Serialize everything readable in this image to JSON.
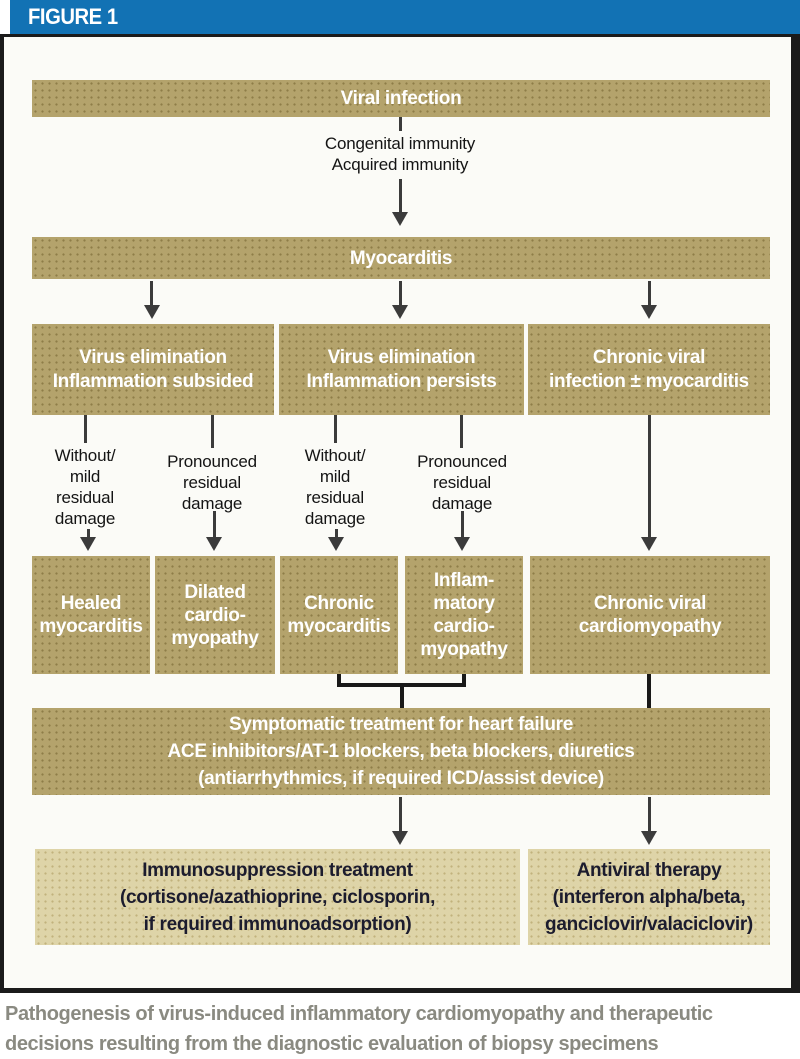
{
  "header": {
    "figure_label": "FIGURE 1"
  },
  "colors": {
    "header_blue": "#1272b4",
    "box_olive": "#b4a36c",
    "box_tan": "#ded4a8",
    "arrow_dark": "#3b3b3b",
    "connector_black": "#191919",
    "caption_gray": "#8a8a81",
    "box_text_white": "#ffffff",
    "tan_text_dark": "#1c1c2e"
  },
  "flow": {
    "top_box": "Viral infection",
    "immunity_note": "Congenital immunity\nAcquired immunity",
    "second_box": "Myocarditis",
    "branch_boxes": [
      "Virus elimination\nInflammation subsided",
      "Virus elimination\nInflammation persists",
      "Chronic viral\ninfection ± myocarditis"
    ],
    "branch_labels": [
      "Without/\nmild\nresidual\ndamage",
      "Pronounced\nresidual\ndamage",
      "Without/\nmild\nresidual\ndamage",
      "Pronounced\nresidual\ndamage"
    ],
    "outcome_boxes": [
      "Healed\nmyocarditis",
      "Dilated\ncardio-\nmyopathy",
      "Chronic\nmyocarditis",
      "Inflam-\nmatory\ncardio-\nmyopathy",
      "Chronic viral\ncardiomyopathy"
    ],
    "treatment_box": "Symptomatic treatment for heart failure\nACE inhibitors/AT-1 blockers, beta blockers, diuretics\n(antiarrhythmics, if required ICD/assist device)",
    "therapy_boxes": [
      "Immunosuppression treatment\n(cortisone/azathioprine, ciclosporin,\nif required immunoadsorption)",
      "Antiviral therapy\n(interferon alpha/beta,\nganciclovir/valaciclovir)"
    ]
  },
  "caption": "Pathogenesis of virus-induced inflammatory cardiomyopathy and therapeutic\ndecisions resulting from the diagnostic evaluation of biopsy specimens"
}
